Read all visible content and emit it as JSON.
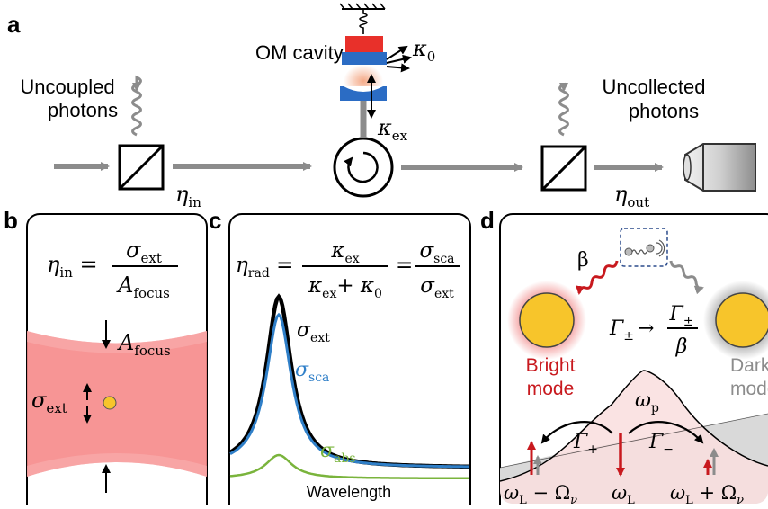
{
  "panels": {
    "a": {
      "label": "a",
      "uncoupled_line1": "Uncoupled",
      "uncoupled_line2": "photons",
      "cavity_label": "OM cavity",
      "kappa0_symbol": "κ",
      "kappa0_sub": "0",
      "kappaex_symbol": "κ",
      "kappaex_sub": "ex",
      "eta_in_symbol": "η",
      "eta_in_sub": "in",
      "uncollected_line1": "Uncollected",
      "uncollected_line2": "photons",
      "eta_out_symbol": "η",
      "eta_out_sub": "out"
    },
    "b": {
      "label": "b",
      "eq_lhs": "η",
      "eq_lhs_sub": "in",
      "eq_num": "σ",
      "eq_num_sub": "ext",
      "eq_den": "A",
      "eq_den_sub": "focus",
      "sigma_label": "σ",
      "sigma_sub": "ext",
      "afocus_label": "A",
      "afocus_sub": "focus",
      "beam_color": "#f8a5a5"
    },
    "c": {
      "label": "c",
      "eq_lhs": "η",
      "eq_lhs_sub": "rad",
      "frac1_num": "κ",
      "frac1_num_sub": "ex",
      "frac1_den_a": "κ",
      "frac1_den_a_sub": "ex",
      "frac1_den_plus": "+ κ",
      "frac1_den_b_sub": "0",
      "frac2_num": "σ",
      "frac2_num_sub": "sca",
      "frac2_den": "σ",
      "frac2_den_sub": "ext",
      "curve_ext_label": "σ",
      "curve_ext_sub": "ext",
      "curve_sca_label": "σ",
      "curve_sca_sub": "sca",
      "curve_abs_label": "σ",
      "curve_abs_sub": "abs",
      "xlabel": "Wavelength",
      "colors": {
        "ext": "#000000",
        "sca": "#2f7fc8",
        "abs": "#7ab43c"
      }
    },
    "d": {
      "label": "d",
      "beta": "β",
      "gamma_lhs": "Γ",
      "gamma_lhs_sub": "±",
      "arrow_sym": "→",
      "gamma_num": "Γ",
      "gamma_num_sub": "±",
      "gamma_den": "β",
      "bright_line1": "Bright",
      "bright_line2": "mode",
      "dark_line1": "Dark",
      "dark_line2": "modes",
      "omega_p": "ω",
      "omega_p_sub": "p",
      "gamma_plus": "Γ",
      "gamma_plus_sub": "+",
      "gamma_minus": "Γ",
      "gamma_minus_sub": "−",
      "omega_l_minus": "ω",
      "omega_l_minus_sub": "L",
      "omega_l_minus_rest": " − Ω",
      "omega_l_minus_sub2": "ν",
      "omega_l": "ω",
      "omega_l_sub": "L",
      "omega_l_plus": "ω",
      "omega_l_plus_sub": "L",
      "omega_l_plus_rest": " + Ω",
      "omega_l_plus_sub2": "ν",
      "colors": {
        "bright": "#c8191e",
        "dark": "#8c8c8c",
        "particle": "#f7c52b"
      }
    }
  }
}
